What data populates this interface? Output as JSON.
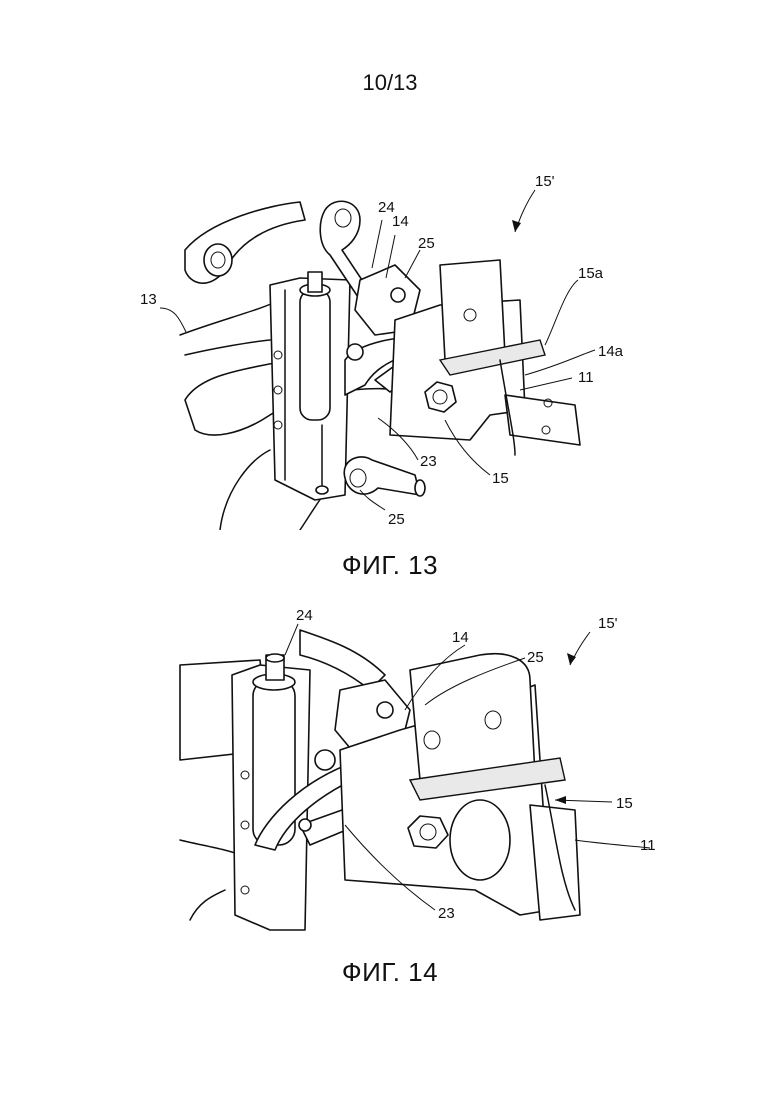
{
  "page": {
    "number": "10/13"
  },
  "figures": [
    {
      "caption": "ФИГ. 13",
      "labels": {
        "l13": "13",
        "l24": "24",
        "l14": "14",
        "l25a": "25",
        "l15p": "15'",
        "l15a": "15a",
        "l14a": "14a",
        "l11": "11",
        "l23": "23",
        "l15": "15",
        "l25b": "25"
      }
    },
    {
      "caption": "ФИГ. 14",
      "labels": {
        "l24": "24",
        "l14": "14",
        "l25": "25",
        "l15p": "15'",
        "l15": "15",
        "l11": "11",
        "l23": "23"
      }
    }
  ]
}
